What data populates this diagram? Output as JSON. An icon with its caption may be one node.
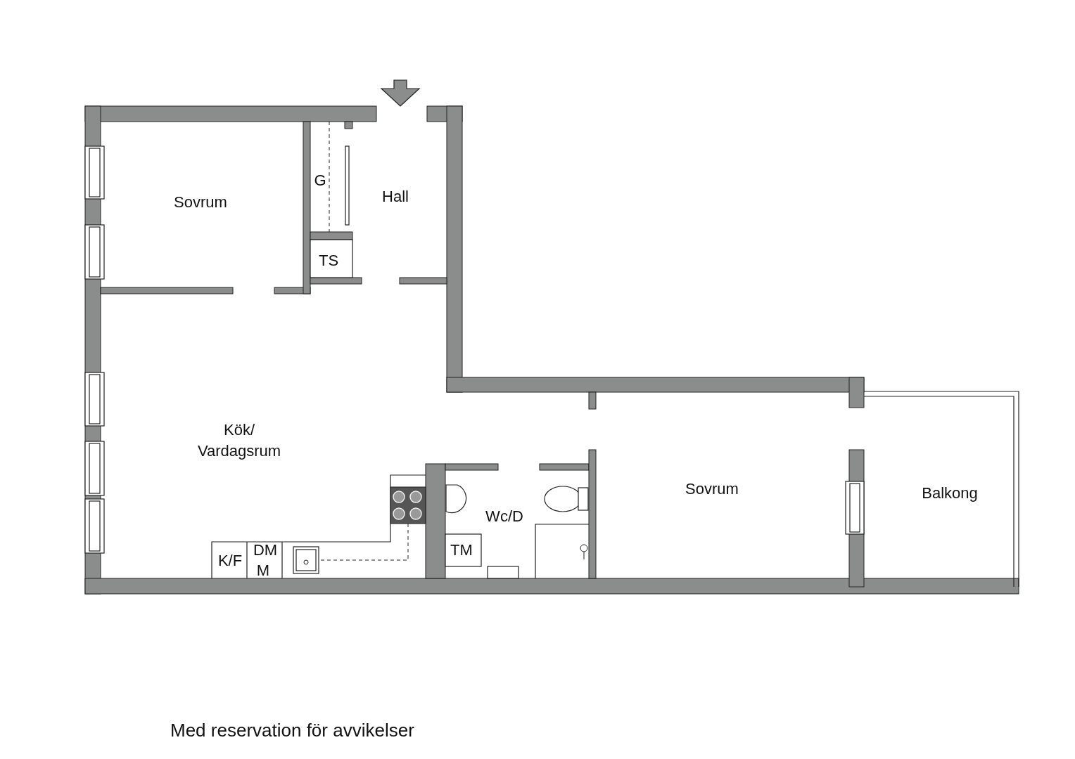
{
  "diagram": {
    "caption": "Med reservation för avvikelser",
    "labels": [
      "Sovrum",
      "G",
      "Hall",
      "TS",
      "Kök/ Vardagsrum",
      "Sovrum",
      "Wc/D",
      "Balkong",
      "DM",
      "TM",
      "K/F",
      "M"
    ]
  }
}
